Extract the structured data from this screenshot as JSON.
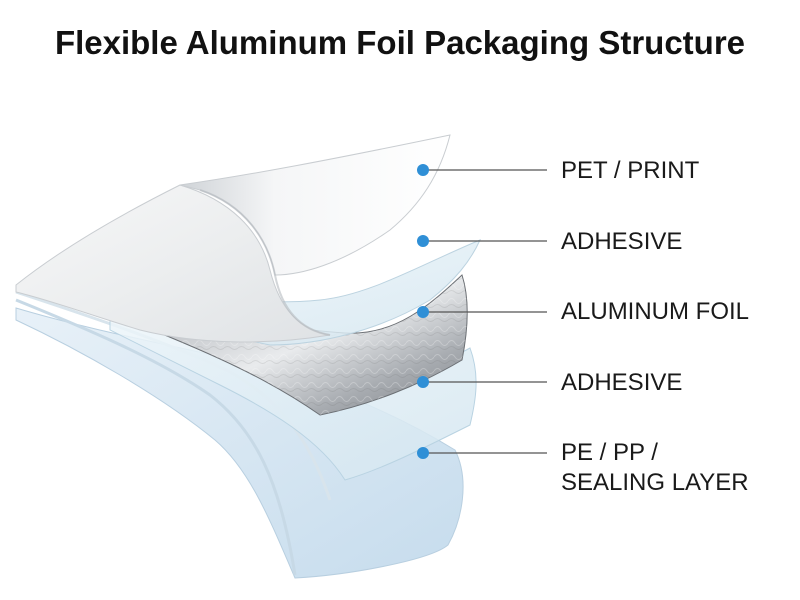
{
  "title": "Flexible Aluminum Foil Packaging Structure",
  "layers": [
    {
      "label_lines": [
        "PET / PRINT"
      ]
    },
    {
      "label_lines": [
        "ADHESIVE"
      ]
    },
    {
      "label_lines": [
        "ALUMINUM FOIL"
      ]
    },
    {
      "label_lines": [
        "ADHESIVE"
      ]
    },
    {
      "label_lines": [
        "PE / PP /",
        "SEALING LAYER"
      ]
    }
  ],
  "colors": {
    "marker": "#2f8fd6",
    "leader": "#555555",
    "text": "#1a1a1a"
  }
}
